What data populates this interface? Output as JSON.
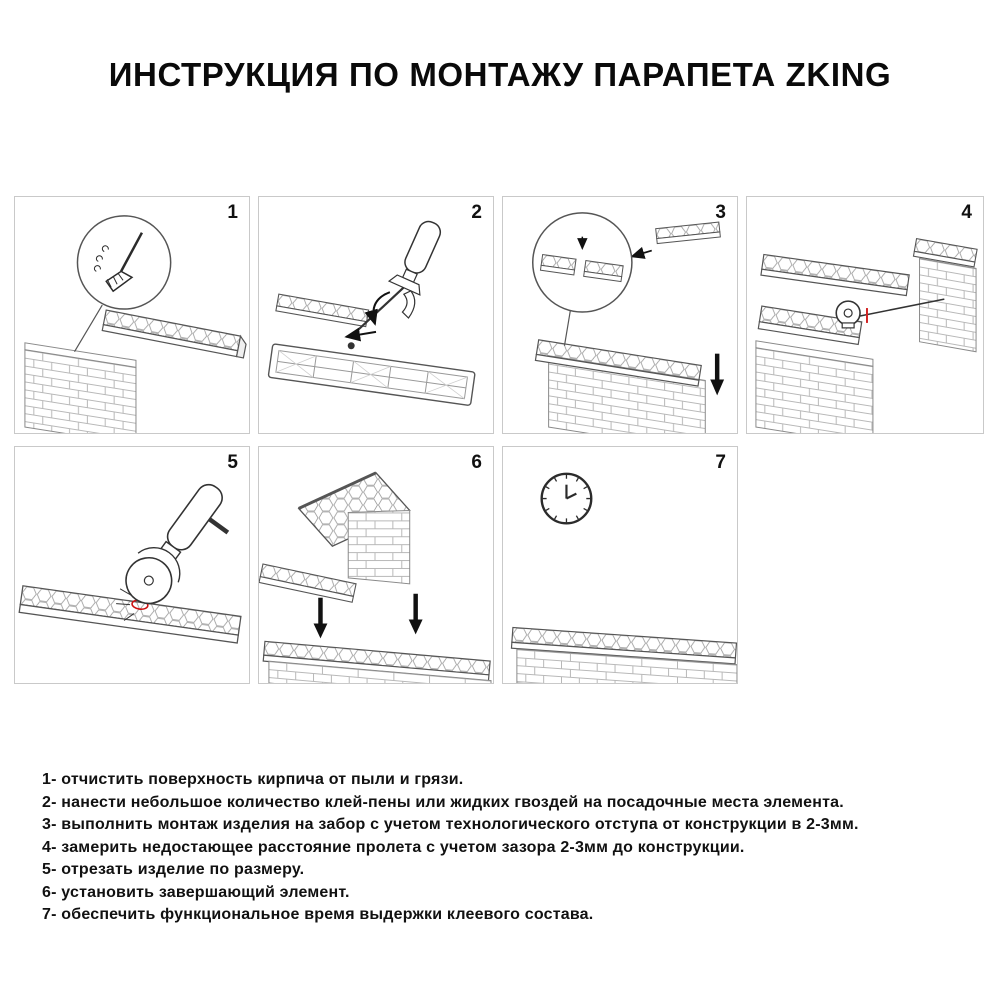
{
  "title": "ИНСТРУКЦИЯ ПО МОНТАЖУ ПАРАПЕТА ZKING",
  "accent_colors": {
    "line_art": "#555555",
    "brick_line": "#b8b8b8",
    "cut_mark_red": "#cc1111"
  },
  "panels": [
    {
      "number": "1",
      "icon": "broom-icon"
    },
    {
      "number": "2",
      "icon": "foam-gun-icon"
    },
    {
      "number": "3",
      "icon": "gap-magnifier-icon"
    },
    {
      "number": "4",
      "icon": "tape-measure-icon"
    },
    {
      "number": "5",
      "icon": "angle-grinder-icon"
    },
    {
      "number": "6",
      "icon": "roof-finishing-icon"
    },
    {
      "number": "7",
      "icon": "clock-icon"
    }
  ],
  "steps": [
    "1- отчистить поверхность кирпича от пыли и грязи.",
    "2- нанести небольшое количество клей-пены или жидких гвоздей на посадочные места элемента.",
    "3- выполнить монтаж изделия на забор с учетом технологического отступа от конструкции в 2-3мм.",
    "4- замерить недостающее расстояние пролета с учетом зазора 2-3мм до конструкции.",
    "5- отрезать изделие по размеру.",
    "6- установить завершающий элемент.",
    "7- обеспечить функциональное время выдержки клеевого состава."
  ]
}
